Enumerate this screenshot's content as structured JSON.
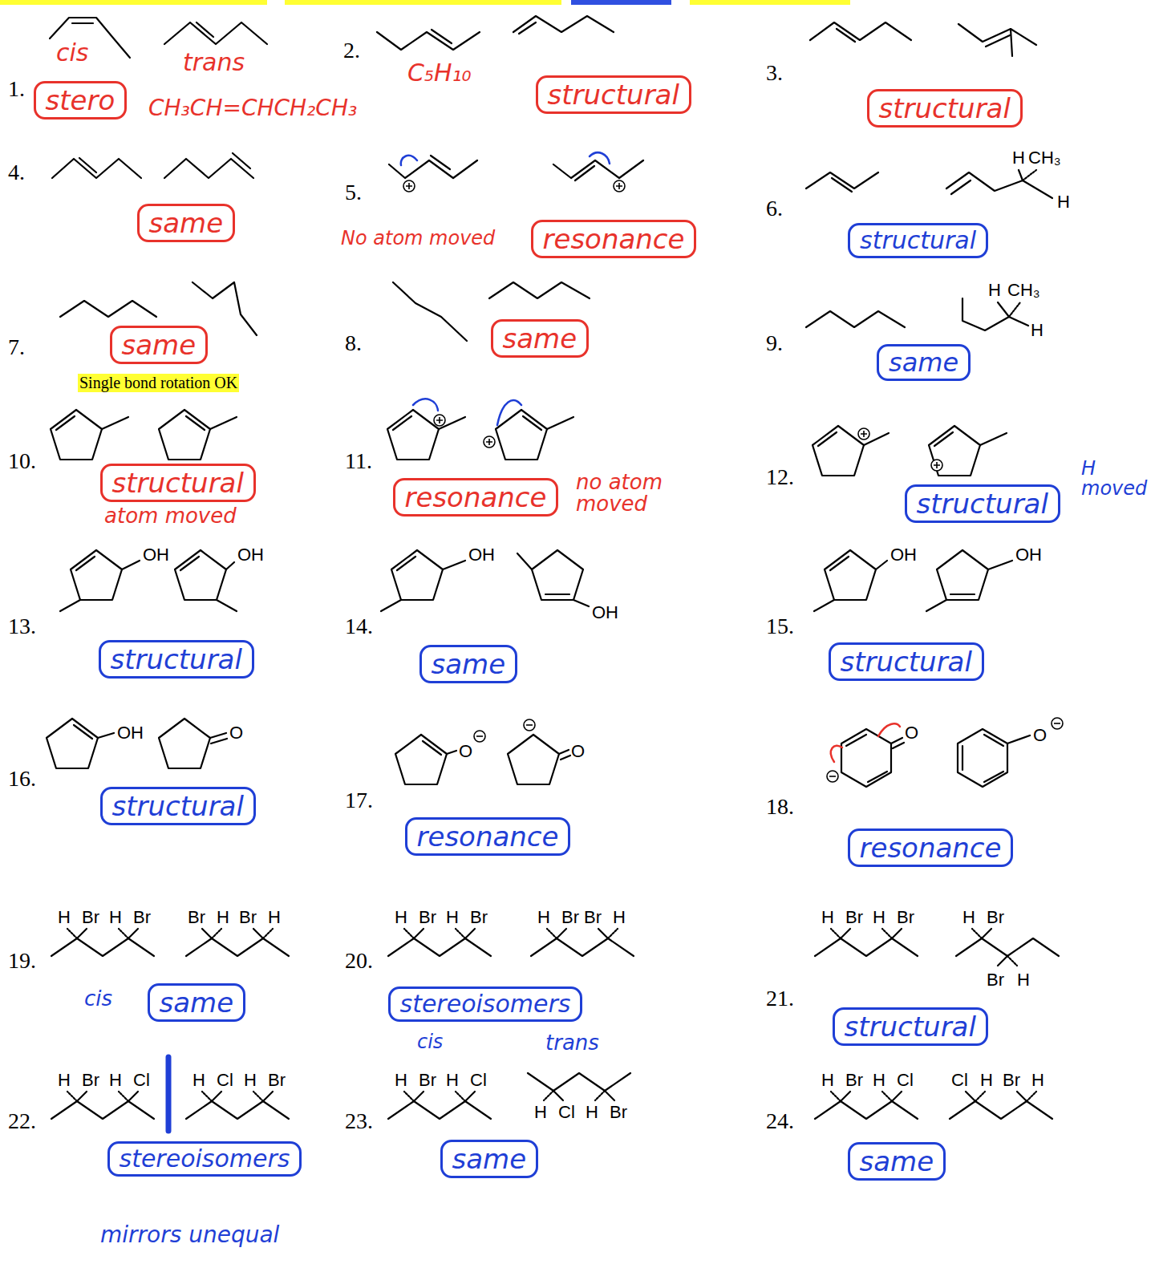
{
  "diagram": {
    "nodes": [
      {
        "text": [
          "stero"
        ]
      },
      {
        "text": [
          "structural"
        ]
      },
      {
        "text": [
          "structural"
        ]
      },
      {
        "text": [
          "same"
        ]
      },
      {
        "text": [
          "resonance"
        ]
      },
      {
        "text": [
          "structural"
        ]
      },
      {
        "text": [
          "same"
        ]
      },
      {
        "text": [
          "same"
        ]
      },
      {
        "text": [
          "same"
        ]
      },
      {
        "text": [
          "structural"
        ]
      },
      {
        "text": [
          "resonance"
        ]
      },
      {
        "text": [
          "structural"
        ]
      },
      {
        "text": [
          "structural"
        ]
      },
      {
        "text": [
          "same"
        ]
      },
      {
        "text": [
          "structural"
        ]
      },
      {
        "text": [
          "structural"
        ]
      },
      {
        "text": [
          "resonance"
        ]
      },
      {
        "text": [
          "resonance"
        ]
      },
      {
        "text": [
          "same"
        ]
      },
      {
        "text": [
          "stereoisomers"
        ]
      },
      {
        "text": [
          "structural"
        ]
      },
      {
        "text": [
          "stereoisomers"
        ]
      },
      {
        "text": [
          "same"
        ]
      },
      {
        "text": [
          "same"
        ]
      }
    ],
    "labels": [
      "1.",
      "2.",
      "3.",
      "4.",
      "5.",
      "6.",
      "7.",
      "8.",
      "9.",
      "10.",
      "11.",
      "12.",
      "13.",
      "14.",
      "15.",
      "16.",
      "17.",
      "18.",
      "19.",
      "20.",
      "21.",
      "22.",
      "23.",
      "24.",
      "cis",
      "trans",
      "CH₃CH=CHCH₂CH₃",
      "C₅H₁₀",
      "No atom moved",
      "Single bond rotation OK",
      "atom moved",
      "no atom moved",
      "H moved",
      "cis",
      "cis",
      "trans",
      "mirrors unequal",
      "H",
      "CH₃",
      "H",
      "H",
      "CH₃",
      "H",
      "OH",
      "OH",
      "OH",
      "OH",
      "OH",
      "OH",
      "OH",
      "O",
      "O",
      "O",
      "O",
      "O",
      "H",
      "Br",
      "H",
      "Br",
      "Br",
      "H",
      "Br",
      "H",
      "H",
      "Br",
      "H",
      "Br",
      "H",
      "Br",
      "Br",
      "H",
      "H",
      "Br",
      "H",
      "Br",
      "H",
      "Br",
      "Br",
      "H",
      "H",
      "Br",
      "H",
      "Cl",
      "H",
      "Cl",
      "H",
      "Br",
      "H",
      "Br",
      "H",
      "Cl",
      "H",
      "Cl",
      "H",
      "Br",
      "H",
      "Br",
      "H",
      "Cl",
      "Cl",
      "H",
      "Br",
      "H"
    ]
  }
}
